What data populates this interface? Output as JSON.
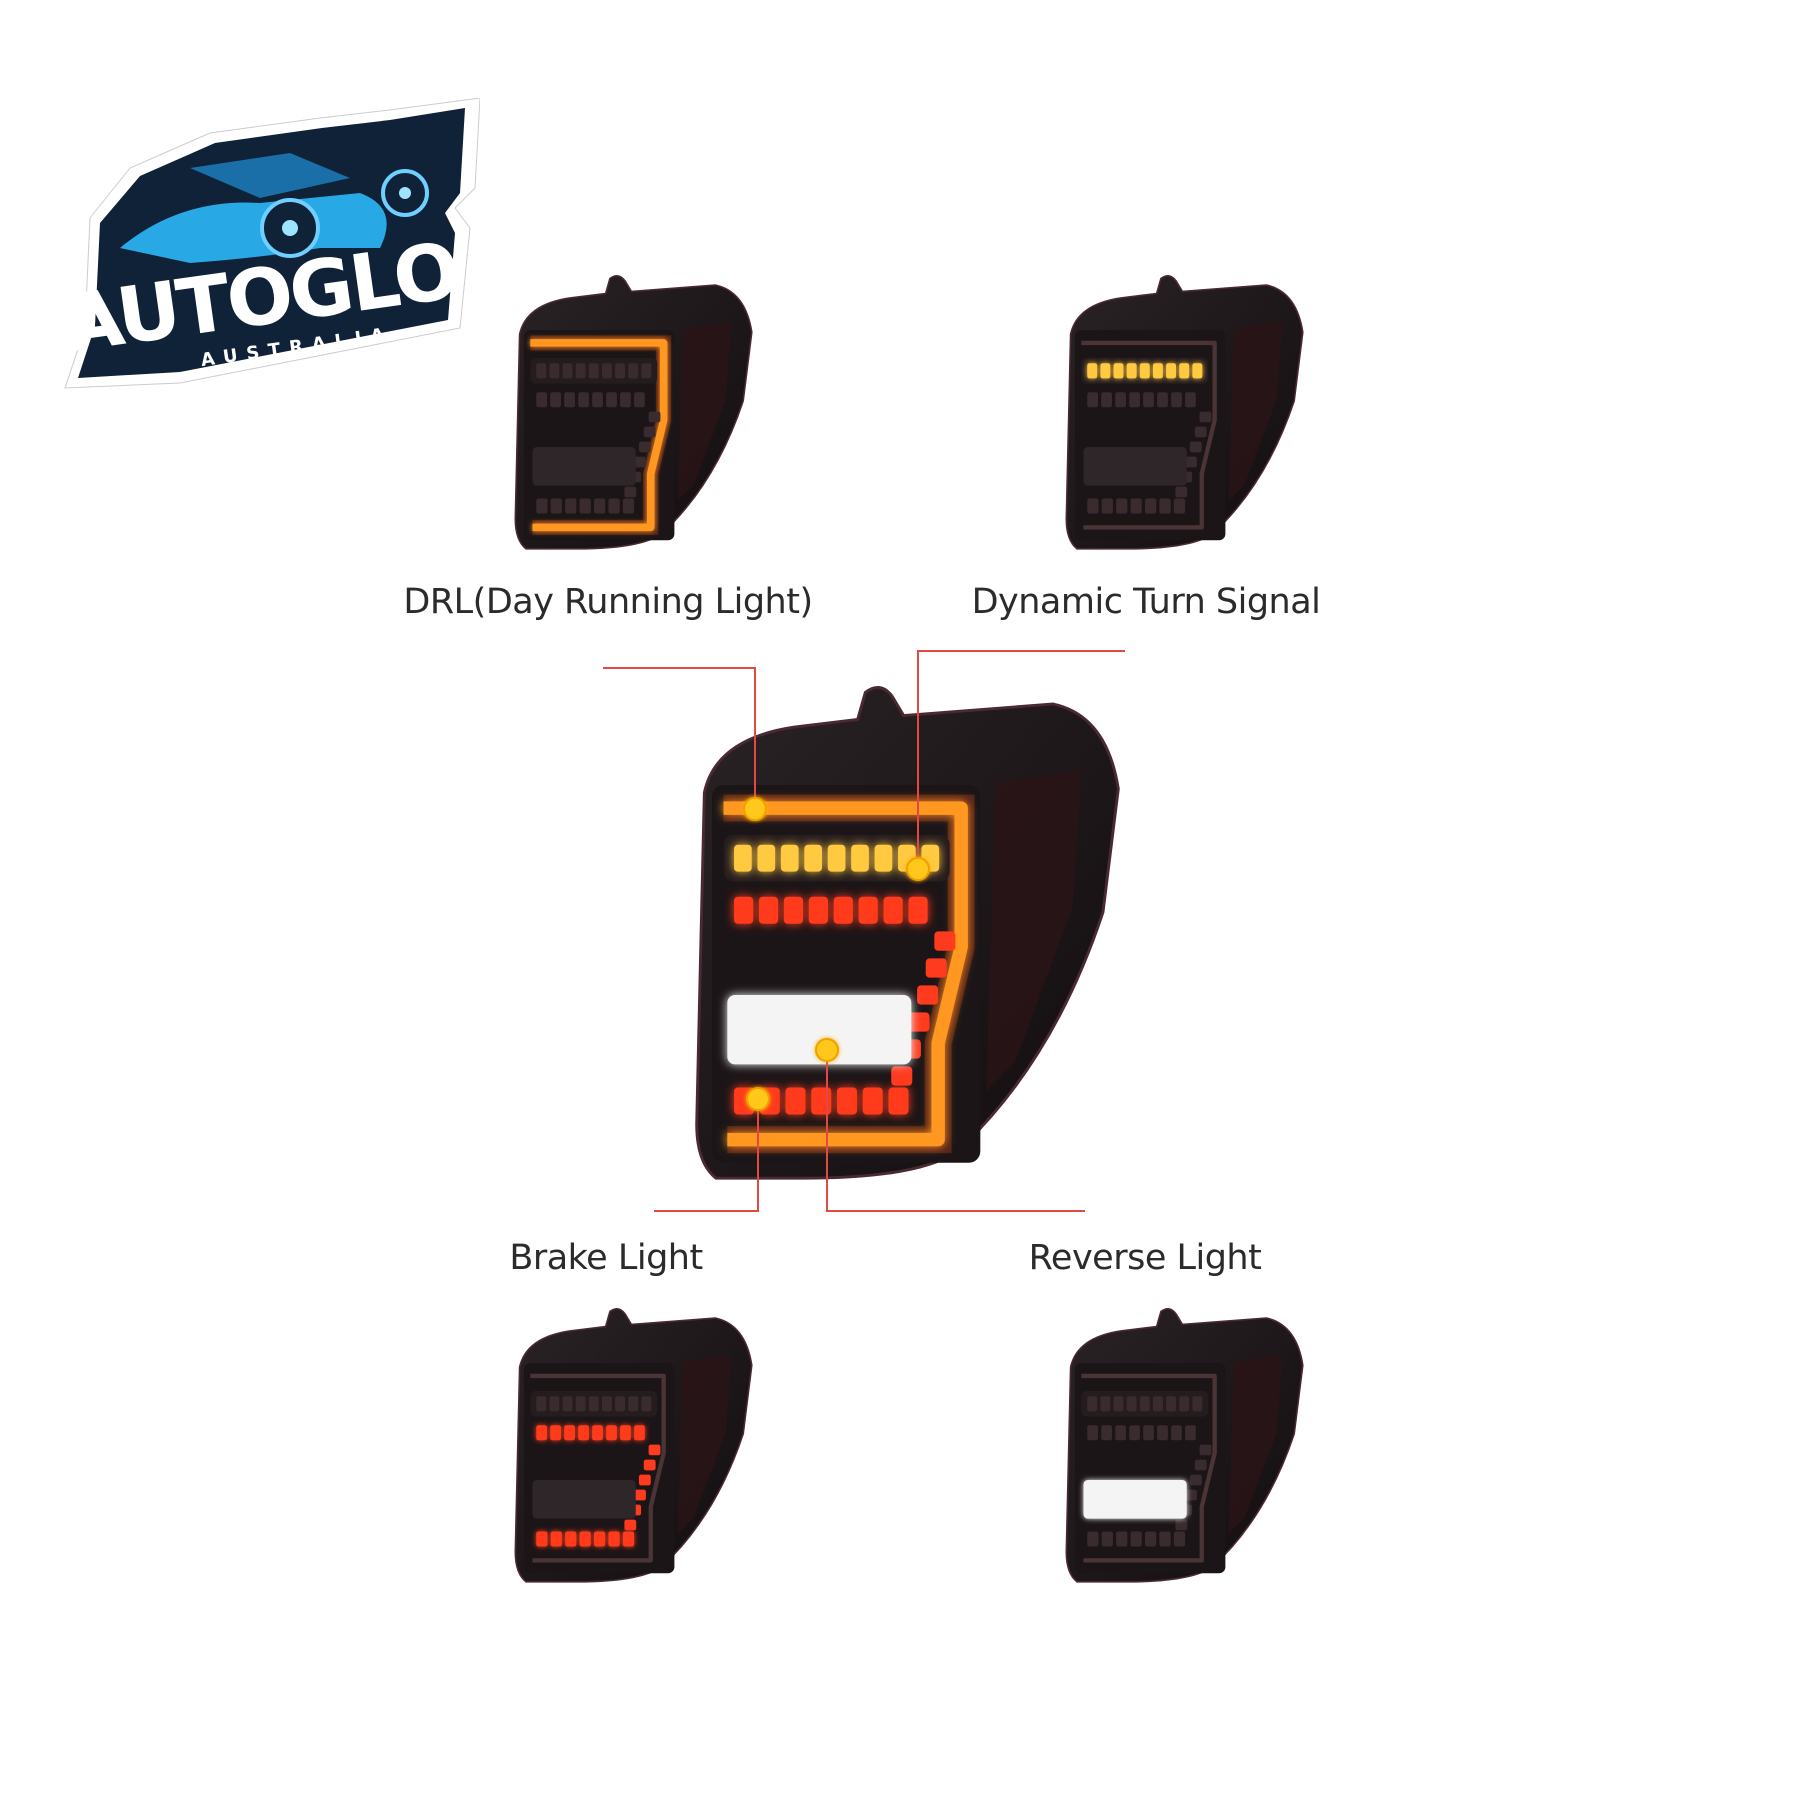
{
  "logo": {
    "brand": "AUTOGLO",
    "sub": "AUSTRALIA",
    "colors": {
      "navy": "#0f2238",
      "blue": "#29a8e6"
    }
  },
  "labels": {
    "drl": "DRL(Day Running Light)",
    "turn": "Dynamic Turn Signal",
    "brake": "Brake Light",
    "reverse": "Reverse Light"
  },
  "lamps": [
    {
      "id": "drl",
      "lit": [
        "drl"
      ]
    },
    {
      "id": "turn",
      "lit": [
        "turn"
      ]
    },
    {
      "id": "combined",
      "lit": [
        "drl",
        "turn",
        "brake",
        "reverse"
      ]
    },
    {
      "id": "brake",
      "lit": [
        "brake"
      ]
    },
    {
      "id": "reverse",
      "lit": [
        "reverse"
      ]
    }
  ],
  "colors": {
    "drl": "#ffb020",
    "turn": "#ffc940",
    "brake": "#ff3b1f",
    "reverse": "#f4f4f4",
    "callout": "#e04a42",
    "off": "#3a2b2e"
  }
}
